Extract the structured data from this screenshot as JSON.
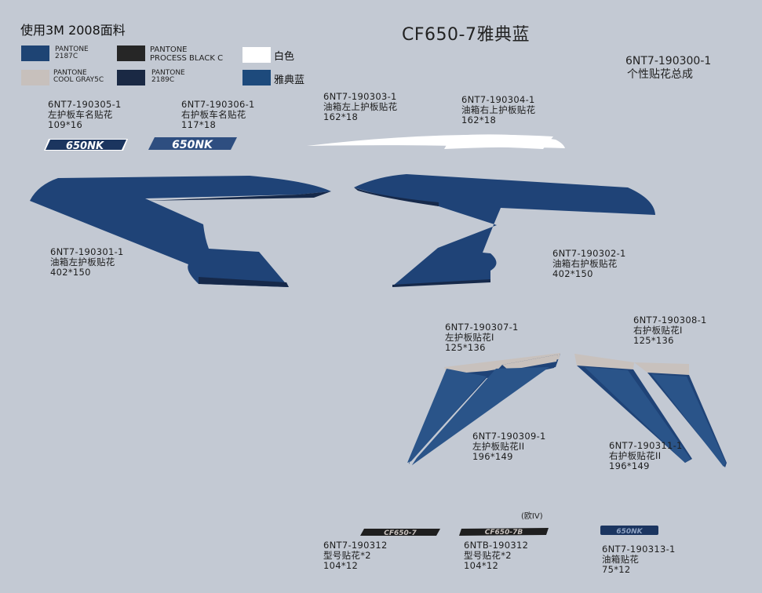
{
  "header": {
    "material": "使用3M 2008面料",
    "title": "CF650-7雅典蓝",
    "assembly_code": "6NT7-190300-1",
    "assembly_name": "个性贴花总成"
  },
  "legend": [
    {
      "line1": "PANTONE",
      "line2": "2187C",
      "color": "#1e4474"
    },
    {
      "line1": "PANTONE",
      "line2": "PROCESS BLACK C",
      "color": "#262626"
    },
    {
      "line1": "白色",
      "color": "#ffffff"
    },
    {
      "line1": "PANTONE",
      "line2": "COOL GRAY5C",
      "color": "#c7c0bc"
    },
    {
      "line1": "PANTONE",
      "line2": "2189C",
      "color": "#1a2944"
    },
    {
      "line1": "雅典蓝",
      "color": "#1d4a7c"
    }
  ],
  "parts": {
    "p305": {
      "code": "6NT7-190305-1",
      "name": "左护板车名贴花",
      "size": "109*16"
    },
    "p306": {
      "code": "6NT7-190306-1",
      "name": "右护板车名贴花",
      "size": "117*18"
    },
    "p303": {
      "code": "6NT7-190303-1",
      "name": "油箱左上护板贴花",
      "size": "162*18"
    },
    "p304": {
      "code": "6NT7-190304-1",
      "name": "油箱右上护板贴花",
      "size": "162*18"
    },
    "p301": {
      "code": "6NT7-190301-1",
      "name": "油箱左护板贴花",
      "size": "402*150"
    },
    "p302": {
      "code": "6NT7-190302-1",
      "name": "油箱右护板贴花",
      "size": "402*150"
    },
    "p307": {
      "code": "6NT7-190307-1",
      "name": "左护板贴花I",
      "size": "125*136"
    },
    "p308": {
      "code": "6NT7-190308-1",
      "name": "右护板贴花I",
      "size": "125*136"
    },
    "p309": {
      "code": "6NT7-190309-1",
      "name": "左护板贴花II",
      "size": "196*149"
    },
    "p311": {
      "code": "6NT7-190311-1",
      "name": "右护板贴花II",
      "size": "196*149"
    },
    "p312": {
      "code": "6NT7-190312",
      "name": "型号贴花*2",
      "size": "104*12"
    },
    "p312b": {
      "code": "6NTB-190312",
      "name": "型号贴花*2",
      "size": "104*12",
      "note": "(欧IV)"
    },
    "p313": {
      "code": "6NT7-190313-1",
      "name": "油箱贴花",
      "size": "75*12"
    }
  },
  "decal_text": {
    "badge": "650NK",
    "model": "CF650-7",
    "model_b": "CF650-7B"
  }
}
